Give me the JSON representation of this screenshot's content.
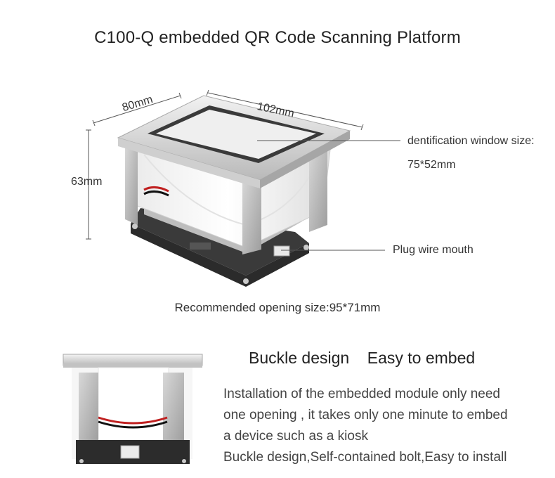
{
  "title": "C100-Q embedded QR Code Scanning Platform",
  "dimensions": {
    "width": "80mm",
    "length": "102mm",
    "height": "63mm"
  },
  "callouts": {
    "window_line1": "dentification window size:",
    "window_line2": "75*52mm",
    "plug": "Plug wire mouth"
  },
  "recommended_opening": "Recommended opening size:95*71mm",
  "feature": {
    "heading": "Buckle design    Easy to embed",
    "lines": [
      "Installation of the embedded module only need",
      "one opening , it takes only one minute to embed",
      "a device such as a kiosk",
      "Buckle design,Self-contained bolt,Easy to install"
    ]
  }
}
